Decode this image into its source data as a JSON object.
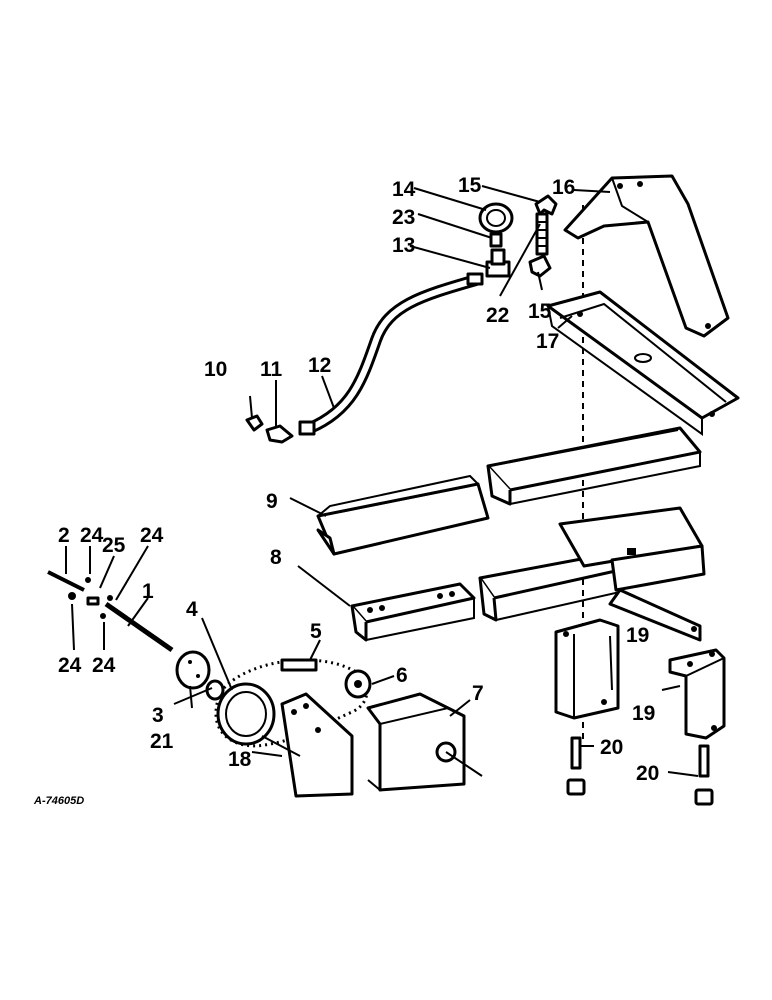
{
  "diagram": {
    "reference": "A-74605D",
    "callouts": [
      {
        "id": "c1",
        "text": "1"
      },
      {
        "id": "c2",
        "text": "2"
      },
      {
        "id": "c3",
        "text": "3"
      },
      {
        "id": "c4",
        "text": "4"
      },
      {
        "id": "c5",
        "text": "5"
      },
      {
        "id": "c6",
        "text": "6"
      },
      {
        "id": "c7",
        "text": "7"
      },
      {
        "id": "c8",
        "text": "8"
      },
      {
        "id": "c9",
        "text": "9"
      },
      {
        "id": "c10",
        "text": "10"
      },
      {
        "id": "c11",
        "text": "11"
      },
      {
        "id": "c12",
        "text": "12"
      },
      {
        "id": "c13",
        "text": "13"
      },
      {
        "id": "c14",
        "text": "14"
      },
      {
        "id": "c15a",
        "text": "15"
      },
      {
        "id": "c15b",
        "text": "15"
      },
      {
        "id": "c16",
        "text": "16"
      },
      {
        "id": "c17",
        "text": "17"
      },
      {
        "id": "c18",
        "text": "18"
      },
      {
        "id": "c19a",
        "text": "19"
      },
      {
        "id": "c19b",
        "text": "19"
      },
      {
        "id": "c20a",
        "text": "20"
      },
      {
        "id": "c20b",
        "text": "20"
      },
      {
        "id": "c21",
        "text": "21"
      },
      {
        "id": "c22",
        "text": "22"
      },
      {
        "id": "c23",
        "text": "23"
      },
      {
        "id": "c24a",
        "text": "24"
      },
      {
        "id": "c24b",
        "text": "24"
      },
      {
        "id": "c24c",
        "text": "24"
      },
      {
        "id": "c24d",
        "text": "24"
      },
      {
        "id": "c25",
        "text": "25"
      }
    ]
  }
}
